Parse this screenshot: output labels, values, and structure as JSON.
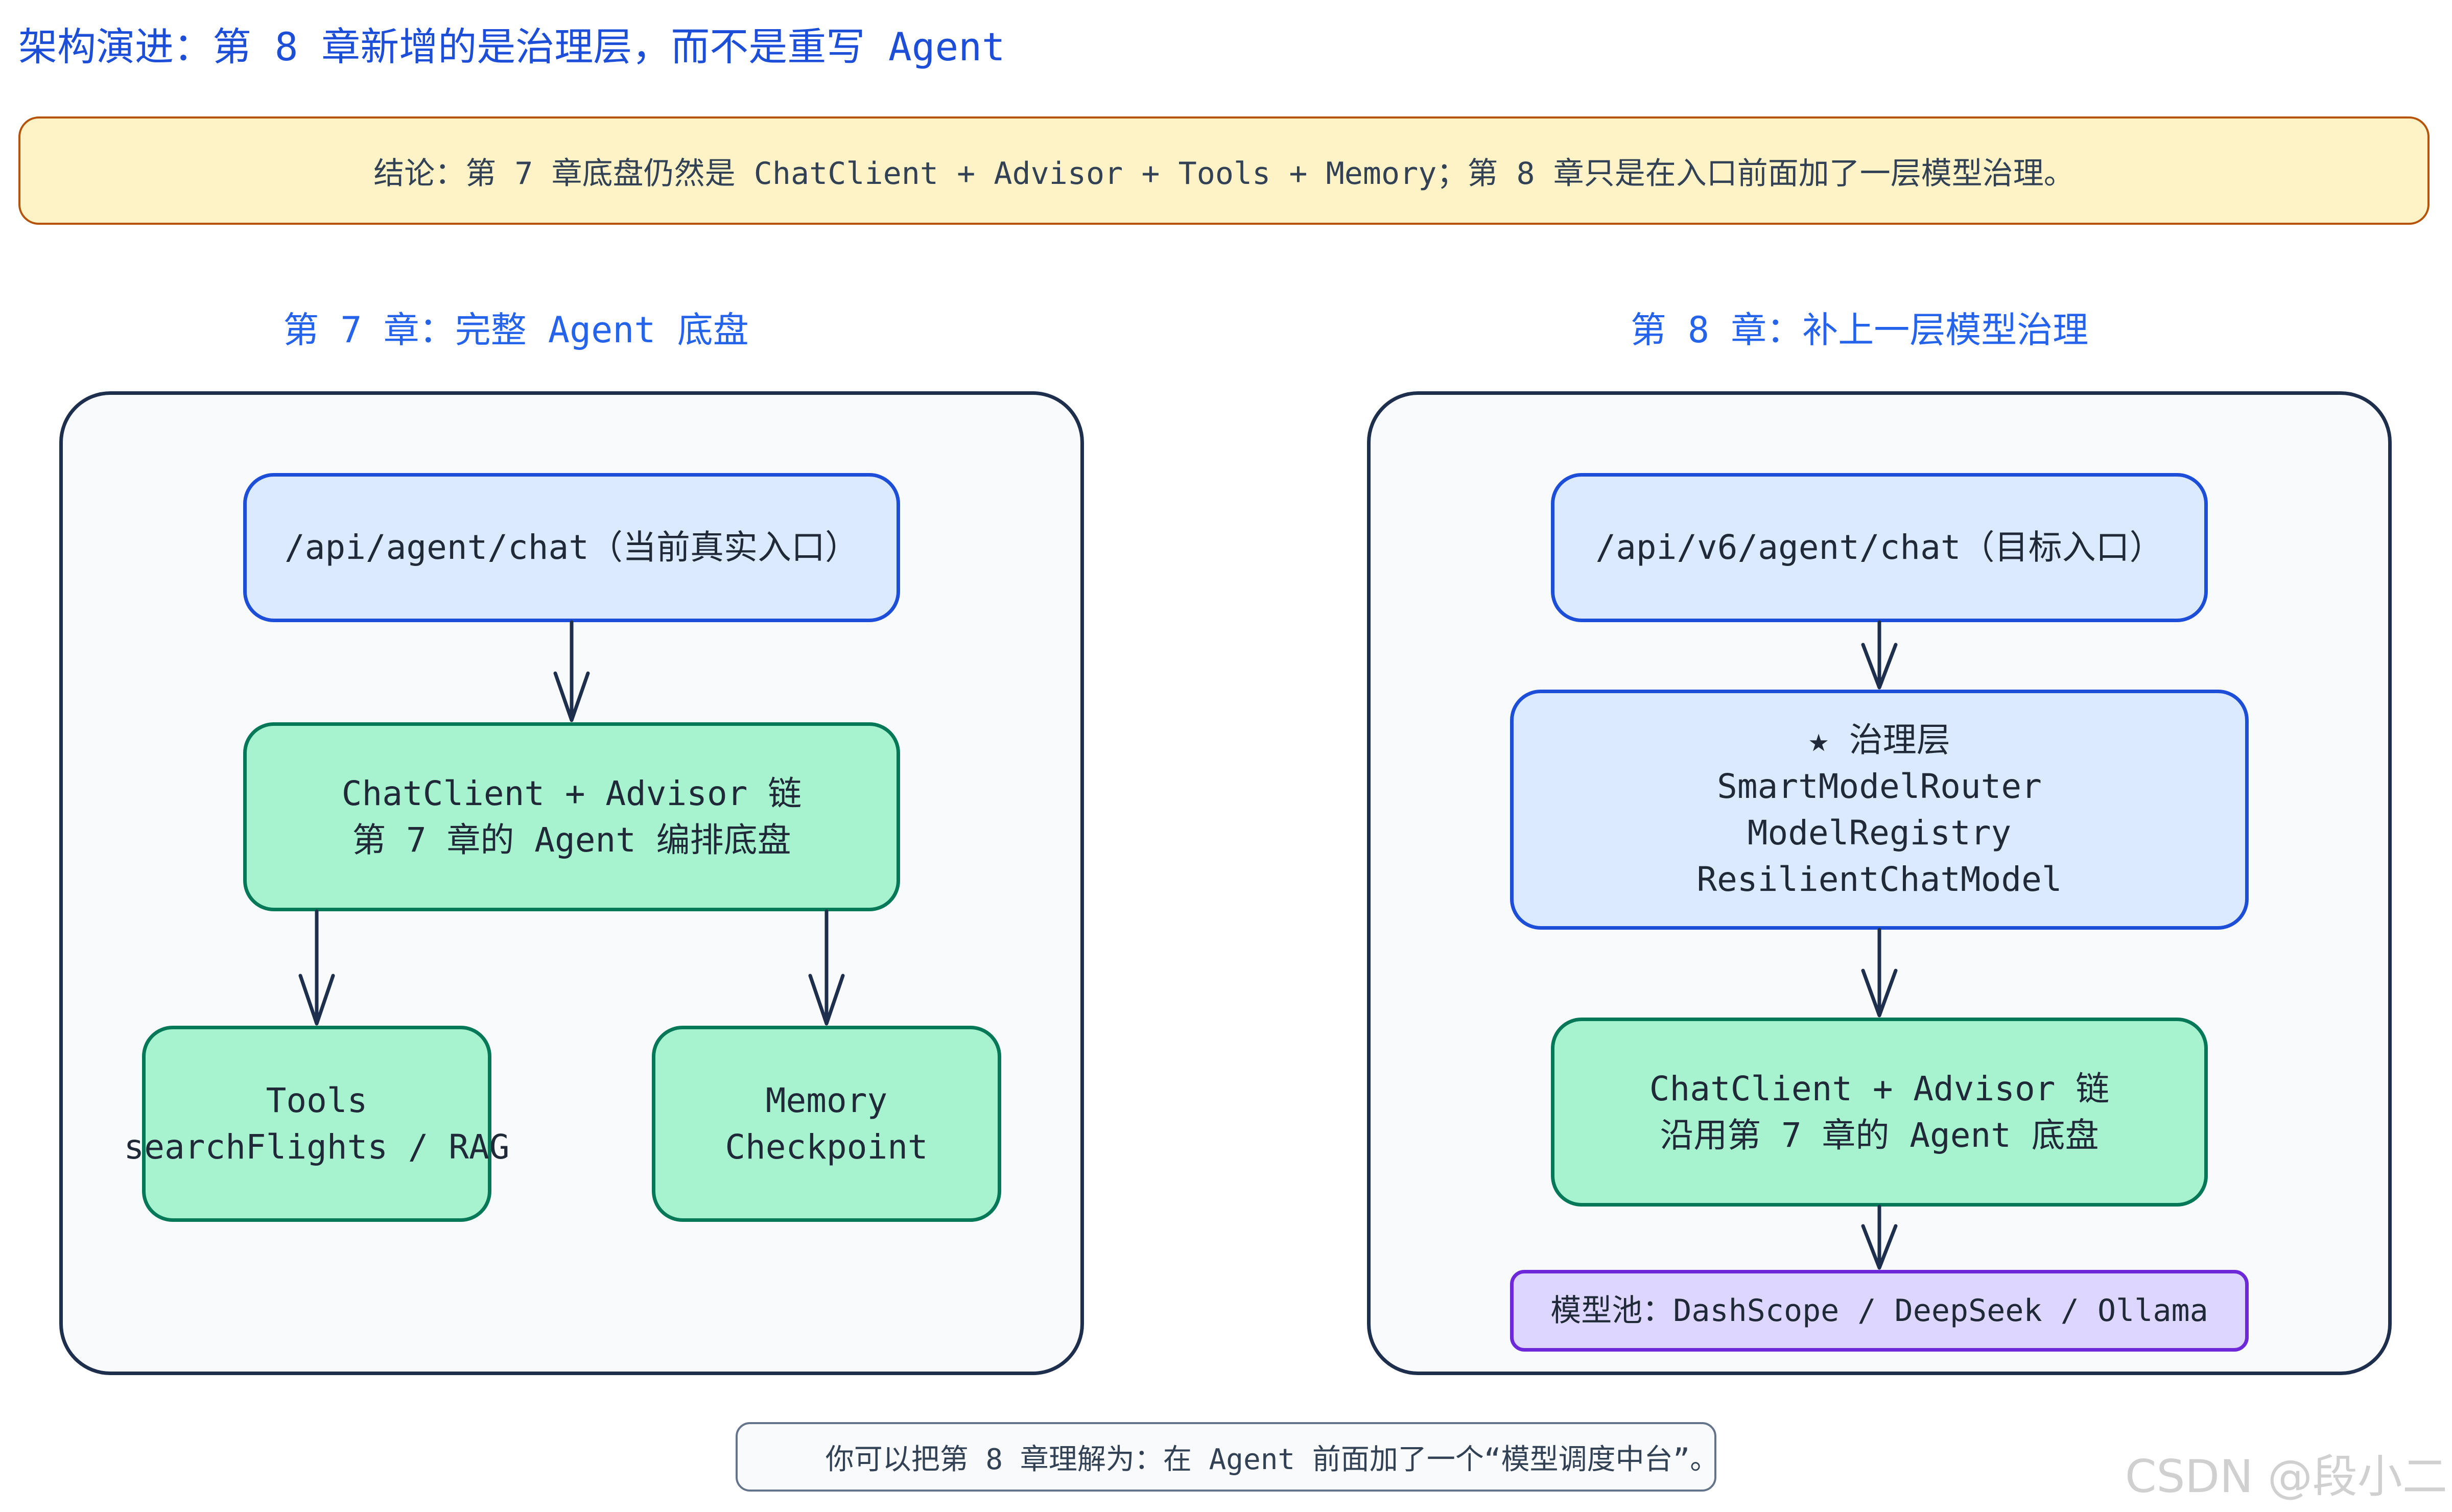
{
  "title": "架构演进：第 8 章新增的是治理层，而不是重写 Agent",
  "conclusion": "结论：第 7 章底盘仍然是 ChatClient + Advisor + Tools + Memory；第 8 章只是在入口前面加了一层模型治理。",
  "left": {
    "heading": "第 7 章：完整 Agent 底盘",
    "entry": "/api/agent/chat（当前真实入口）",
    "chain_line1": "ChatClient + Advisor 链",
    "chain_line2": "第 7 章的 Agent 编排底盘",
    "tools_line1": "Tools",
    "tools_line2": "searchFlights / RAG",
    "memory_line1": "Memory",
    "memory_line2": "Checkpoint"
  },
  "right": {
    "heading": "第 8 章：补上一层模型治理",
    "entry": "/api/v6/agent/chat（目标入口）",
    "gov_line1": "★ 治理层",
    "gov_line2": "SmartModelRouter",
    "gov_line3": "ModelRegistry",
    "gov_line4": "ResilientChatModel",
    "chain_line1": "ChatClient + Advisor 链",
    "chain_line2": "沿用第 7 章的 Agent 底盘",
    "pool": "模型池：DashScope / DeepSeek / Ollama"
  },
  "footer": "你可以把第 8 章理解为：在 Agent 前面加了一个“模型调度中台”。",
  "watermark": "CSDN @段小二",
  "colors": {
    "title": "#1d4ed8",
    "blue_fill": "#dbeafe",
    "green_fill": "#a7f3d0",
    "purple_fill": "#ddd6fe",
    "note_fill": "#fef3c7"
  }
}
